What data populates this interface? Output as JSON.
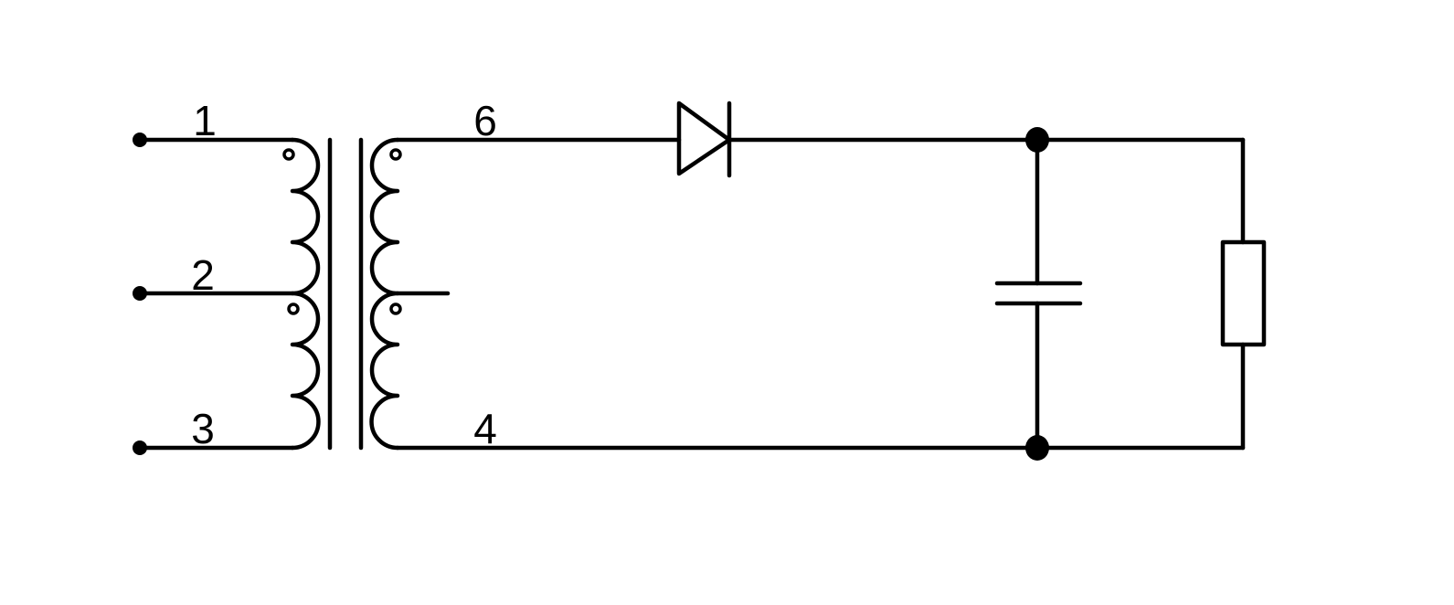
{
  "diagram": {
    "type": "transformer half-wave rectifier circuit",
    "terminal_labels": {
      "pin1": "1",
      "pin2": "2",
      "pin3": "3",
      "pin6": "6",
      "pin4": "4"
    },
    "components": [
      "transformer",
      "diode",
      "capacitor",
      "resistor"
    ],
    "stroke_color": "#000000",
    "background_color": "#ffffff"
  }
}
